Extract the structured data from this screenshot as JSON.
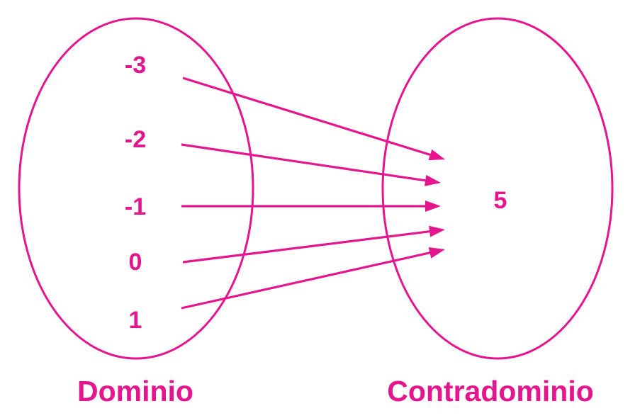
{
  "colors": {
    "accent": "#e4158f",
    "background": "#ffffff"
  },
  "domain": {
    "label": "Dominio",
    "values": [
      "-3",
      "-2",
      "-1",
      "0",
      "1"
    ]
  },
  "codomain": {
    "label": "Contradominio",
    "values": [
      "5"
    ]
  },
  "mappings": [
    {
      "from": "-3",
      "to": "5"
    },
    {
      "from": "-2",
      "to": "5"
    },
    {
      "from": "-1",
      "to": "5"
    },
    {
      "from": "0",
      "to": "5"
    },
    {
      "from": "1",
      "to": "5"
    }
  ]
}
